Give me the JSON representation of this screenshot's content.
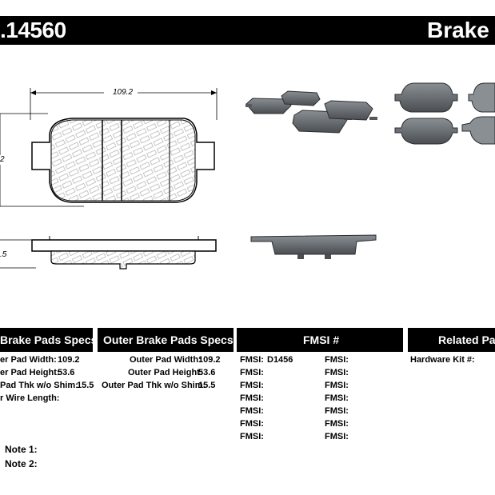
{
  "header": {
    "part_number": ".14560",
    "title": "Brake P"
  },
  "dimensions": {
    "width": "109.2",
    "height": "2",
    "thickness": ".5"
  },
  "sections": {
    "inner": {
      "title": "Brake Pads Specs",
      "rows": [
        {
          "label": "er Pad Width:",
          "value": "109.2"
        },
        {
          "label": "er Pad Height:",
          "value": "53.6"
        },
        {
          "label": "Pad Thk w/o Shim:",
          "value": "15.5"
        },
        {
          "label": "r Wire Length:",
          "value": ""
        }
      ]
    },
    "outer": {
      "title": "Outer Brake Pads Specs",
      "rows": [
        {
          "label": "Outer Pad Width:",
          "value": "109.2"
        },
        {
          "label": "Outer Pad Height:",
          "value": "53.6"
        },
        {
          "label": "Outer Pad Thk w/o Shim:",
          "value": "15.5"
        }
      ]
    },
    "fmsi": {
      "title": "FMSI #",
      "label": "FMSI:",
      "first_value": "D1456"
    },
    "related": {
      "title": "Related Par",
      "hardware_label": "Hardware Kit #:"
    }
  },
  "notes": {
    "note1": "Note 1:",
    "note2": "Note 2:"
  }
}
